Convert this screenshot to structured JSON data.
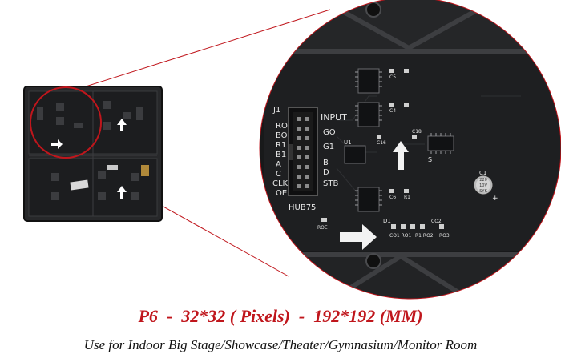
{
  "caption": {
    "title": "P6  -  32*32 ( Pixels)  -  192*192 (MM)",
    "subtitle": "Use for Indoor Big Stage/Showcase/Theater/Gymnasium/Monitor Room"
  },
  "board_labels": {
    "connector_name": "HUB75",
    "input_label": "INPUT",
    "connector_ref": "J1",
    "pins_left": [
      "RO",
      "BO",
      "R1",
      "B1",
      "A",
      "C",
      "CLK",
      "OE"
    ],
    "pins_right": [
      "GO",
      "G1",
      "B",
      "D",
      "STB"
    ],
    "components": [
      "U1",
      "S",
      "C1",
      "C5",
      "C4",
      "C6",
      "C16",
      "C18",
      "R1",
      "D1",
      "ROE",
      "CO2",
      "CO1 RO1",
      "R1 RO2",
      "RO3"
    ],
    "capacitor_marking": [
      "220",
      "10V",
      "SYK"
    ]
  },
  "colors": {
    "caption_red": "#c0161c",
    "highlight_circle": "#c0161c",
    "pcb": "#1e1f21",
    "frame": "#2b2c2e"
  }
}
